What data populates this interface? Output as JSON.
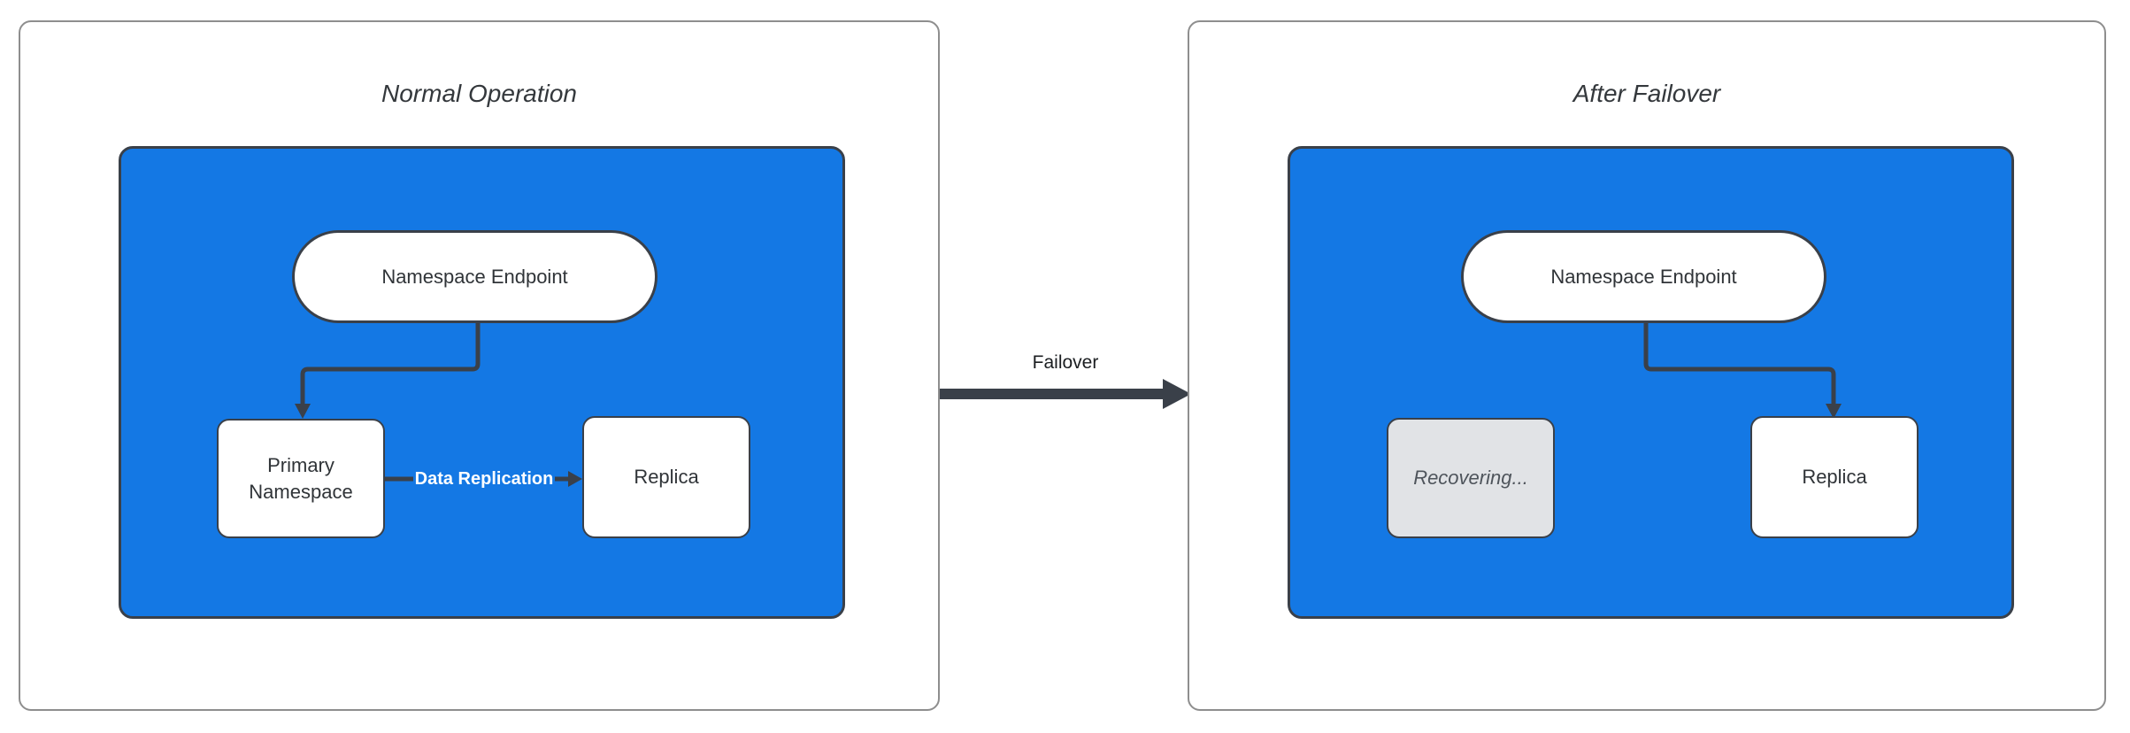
{
  "panels": [
    {
      "title": "Normal Operation",
      "endpoint_label": "Namespace Endpoint",
      "primary_label": "Primary Namespace",
      "replica_label": "Replica",
      "replication_label": "Data Replication"
    },
    {
      "title": "After Failover",
      "endpoint_label": "Namespace Endpoint",
      "recovering_label": "Recovering...",
      "replica_label": "Replica"
    }
  ],
  "transition": {
    "label": "Failover"
  },
  "colors": {
    "container_fill": "#1478E4",
    "stroke": "#3A4049",
    "panel_border": "#8E8E8E",
    "node_fill": "#FFFFFF",
    "recovering_fill": "#E1E3E6",
    "recovering_text": "#4E545B",
    "replication_text": "#FFFFFF"
  }
}
